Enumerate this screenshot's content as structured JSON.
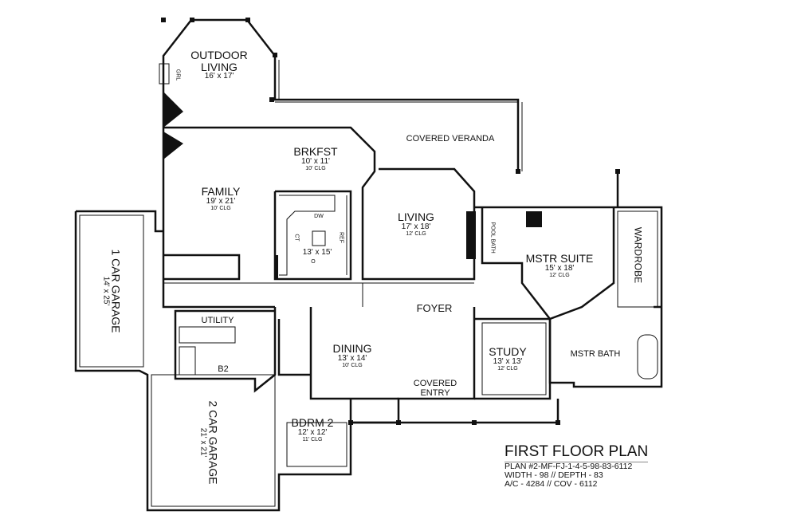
{
  "rooms": {
    "outdoor": {
      "name": "OUTDOOR\nLIVING",
      "dim": "16' x 17'"
    },
    "grill": "GRL",
    "veranda": "COVERED VERANDA",
    "brkfst": {
      "name": "BRKFST",
      "dim": "10' x 11'",
      "clg": "10' CLG"
    },
    "family": {
      "name": "FAMILY",
      "dim": "19' x 21'",
      "clg": "10' CLG"
    },
    "kitchen": {
      "dim": "13' x 15'",
      "dw": "DW",
      "ct": "CT",
      "ref": "REF",
      "oven": "O"
    },
    "living": {
      "name": "LIVING",
      "dim": "17' x 18'",
      "clg": "12' CLG"
    },
    "pool_bath": "POOL BATH",
    "mstr_suite": {
      "name": "MSTR SUITE",
      "dim": "15' x 18'",
      "clg": "12' CLG"
    },
    "wardrobe": "WARDROBE",
    "garage1": {
      "name": "1 CAR GARAGE",
      "dim": "14' x 25'"
    },
    "utility": "UTILITY",
    "b2": "B2",
    "foyer": "FOYER",
    "dining": {
      "name": "DINING",
      "dim": "13' x 14'",
      "clg": "10' CLG"
    },
    "entry": {
      "name": "COVERED\nENTRY"
    },
    "study": {
      "name": "STUDY",
      "dim": "13' x 13'",
      "clg": "12' CLG"
    },
    "mstr_bath": "MSTR BATH",
    "bdrm2": {
      "name": "BDRM 2",
      "dim": "12' x 12'",
      "clg": "11' CLG"
    },
    "garage2": {
      "name": "2 CAR GARAGE",
      "dim": "21' x 21'"
    }
  },
  "title_block": {
    "title": "FIRST FLOOR PLAN",
    "plan": "PLAN #2-MF-FJ-1-4-5-98-83-6112",
    "size": "WIDTH - 98 // DEPTH - 83",
    "area": "A/C - 4284 // COV - 6112"
  }
}
